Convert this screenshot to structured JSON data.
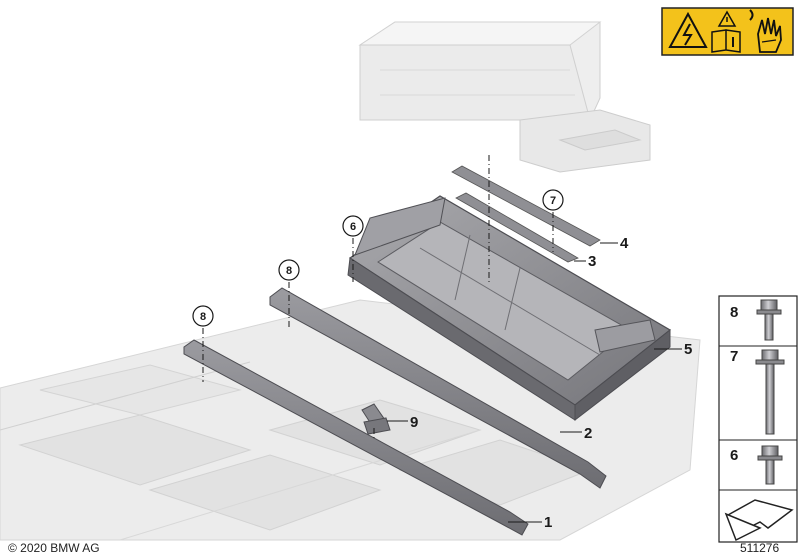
{
  "callouts": {
    "c1": "1",
    "c2": "2",
    "c3": "3",
    "c4": "4",
    "c5": "5",
    "c6": "6",
    "c7": "7",
    "c8a": "8",
    "c8b": "8",
    "c9": "9"
  },
  "legend": {
    "items": [
      "8",
      "7",
      "6"
    ]
  },
  "footer": {
    "copyright": "© 2020 BMW AG",
    "diagram_id": "511276"
  },
  "colors": {
    "warning_yellow": "#f3c21b",
    "part_gray": "#8e8e93",
    "ghost_gray": "#e4e4e4"
  },
  "icons": [
    "high-voltage-warning-icon",
    "manual-info-icon",
    "protective-glove-icon"
  ]
}
